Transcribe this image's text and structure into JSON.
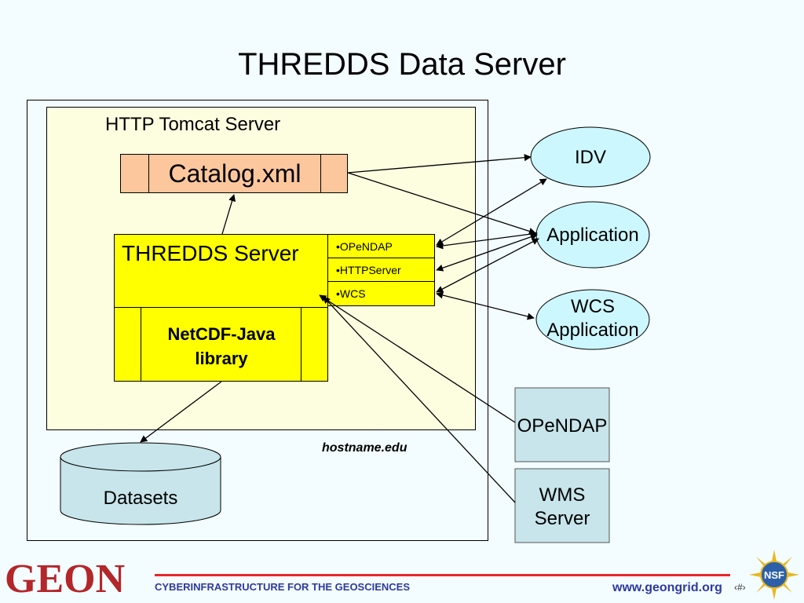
{
  "slide": {
    "title": "THREDDS Data Server"
  },
  "host": {
    "label": "hostname.edu"
  },
  "tomcat": {
    "label": "HTTP Tomcat Server"
  },
  "catalog": {
    "label": "Catalog.xml"
  },
  "thredds": {
    "label": "THREDDS Server",
    "library_line1": "NetCDF-Java",
    "library_line2": "library",
    "services": [
      "•OPeNDAP",
      "•HTTPServer",
      "•WCS"
    ]
  },
  "clients": {
    "idv": "IDV",
    "application": "Application",
    "wcs_line1": "WCS",
    "wcs_line2": "Application"
  },
  "external": {
    "opendap": "OPeNDAP",
    "wms_line1": "WMS",
    "wms_line2": "Server"
  },
  "storage": {
    "datasets": "Datasets"
  },
  "footer": {
    "left": "CYBERINFRASTRUCTURE FOR THE GEOSCIENCES",
    "url": "www.geongrid.org",
    "page": "‹#›",
    "logo_text": "GEON",
    "nsf_text": "NSF"
  },
  "colors": {
    "background": "#f3fcff",
    "tomcat_fill": "#fdfde0",
    "catalog_fill": "#fcc79c",
    "server_fill": "#ffff00",
    "client_fill": "#ccf7ff",
    "external_fill": "#c7e5ea",
    "footer_rule": "#e8262b",
    "footer_text": "#2e3a9e"
  }
}
